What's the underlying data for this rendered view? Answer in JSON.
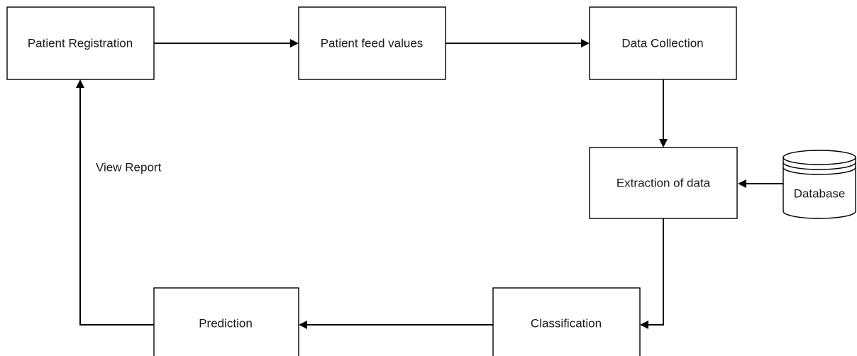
{
  "nodes": {
    "patient_registration": "Patient Registration",
    "patient_feed_values": "Patient feed values",
    "data_collection": "Data Collection",
    "extraction_of_data": "Extraction of data",
    "database": "Database",
    "classification": "Classification",
    "prediction": "Prediction"
  },
  "edge_labels": {
    "view_report": "View Report"
  }
}
